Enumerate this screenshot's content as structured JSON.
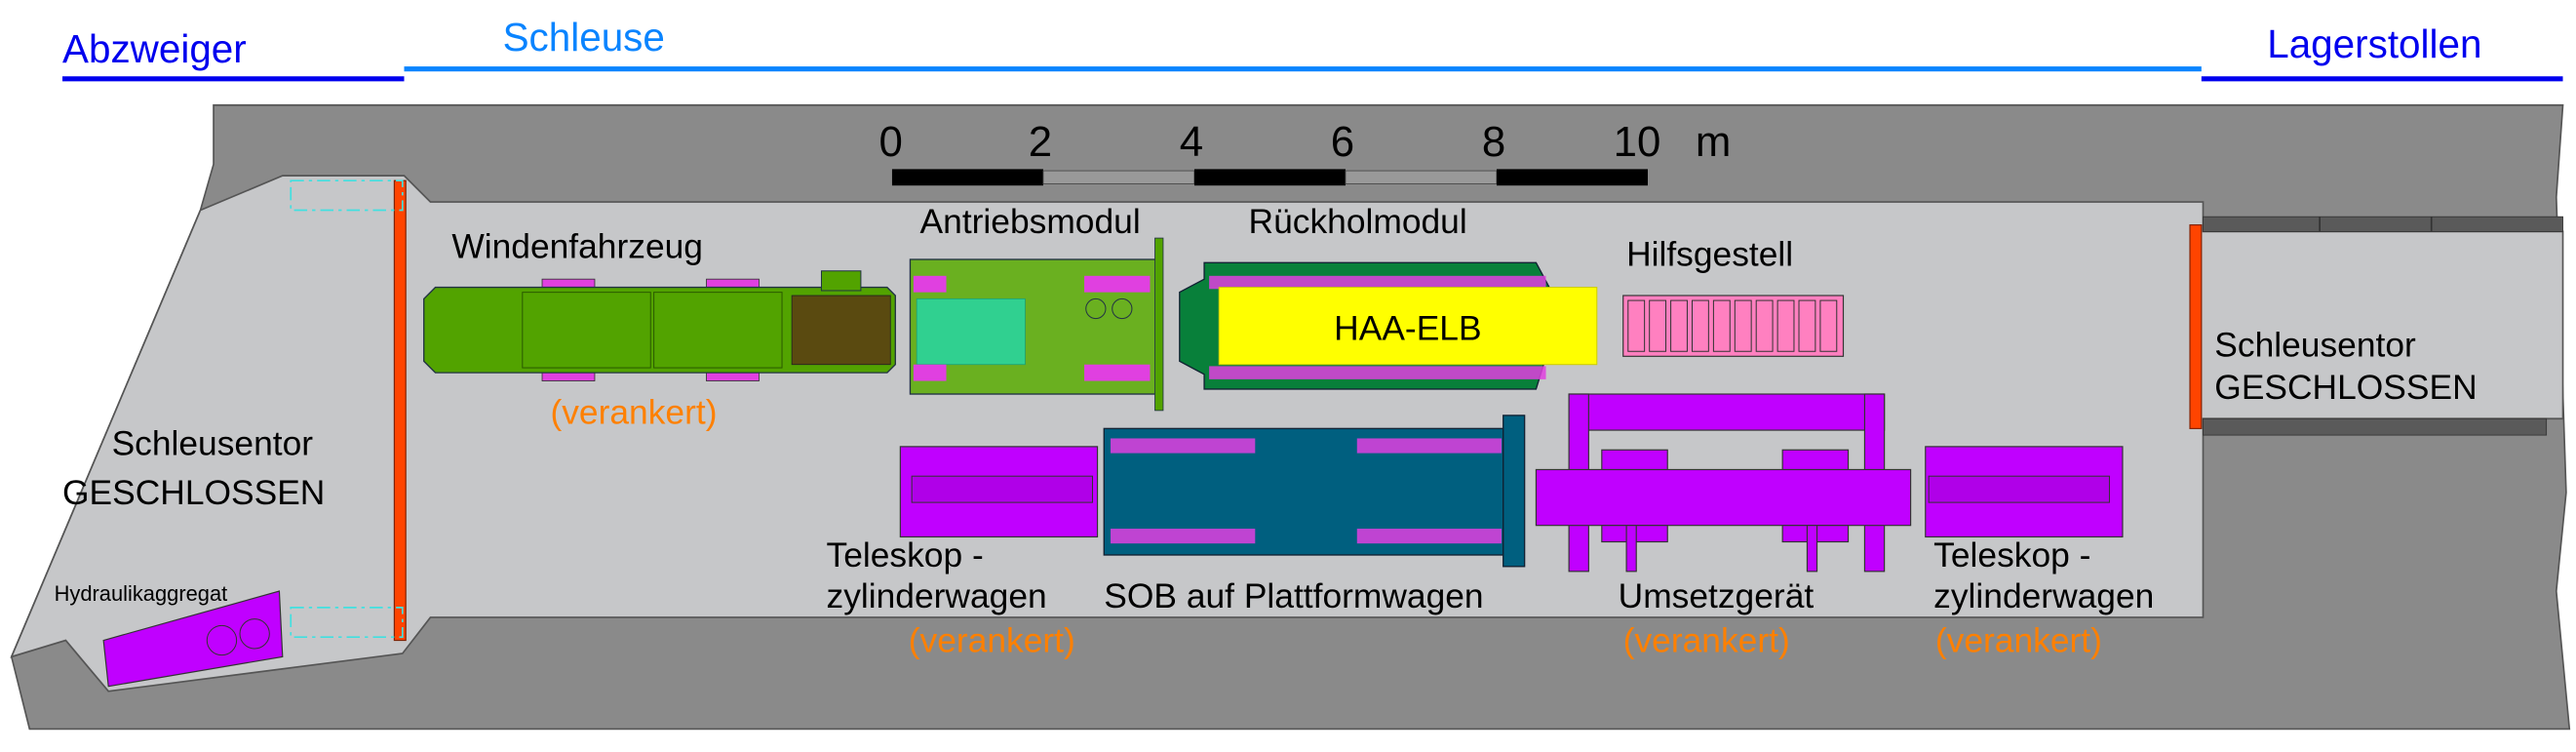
{
  "sections": {
    "left": "Abzweiger",
    "middle": "Schleuse",
    "right": "Lagerstollen"
  },
  "scale_bar": {
    "ticks": [
      "0",
      "2",
      "4",
      "6",
      "8",
      "10"
    ],
    "unit": "m"
  },
  "components": {
    "winch_vehicle": {
      "label": "Windenfahrzeug",
      "status": "(verankert)"
    },
    "drive_module": {
      "label": "Antriebsmodul"
    },
    "return_module": {
      "label": "Rückholmodul"
    },
    "cask": {
      "label": "HAA-ELB"
    },
    "aux_frame": {
      "label": "Hilfsgestell"
    },
    "gate_left": {
      "line1": "Schleusentor",
      "line2": "GESCHLOSSEN"
    },
    "gate_right": {
      "line1": "Schleusentor",
      "line2": "GESCHLOSSEN"
    },
    "hydraulic_unit": {
      "label": "Hydraulikaggregat"
    },
    "telescope_left": {
      "line1": "Teleskop -",
      "line2": "zylinderwagen",
      "status": "(verankert)"
    },
    "sob": {
      "label": "SOB auf Plattformwagen"
    },
    "transfer_device": {
      "label": "Umsetzgerät",
      "status": "(verankert)"
    },
    "telescope_right": {
      "line1": "Teleskop -",
      "line2": "zylinderwagen",
      "status": "(verankert)"
    }
  },
  "colors": {
    "section_dark_blue": "#0000ee",
    "section_light_blue": "#0a84ff",
    "rock": "#8a8a8a",
    "tunnel": "#c6c7c9",
    "gate": "#ff4400",
    "vehicle_green": "#52a300",
    "module_dark_green": "#08803a",
    "cask_yellow": "#ffff00",
    "magenta": "#c000ff",
    "pink": "#ff80c0",
    "sob_teal": "#005f7f",
    "anchored_orange": "#ff8000"
  }
}
